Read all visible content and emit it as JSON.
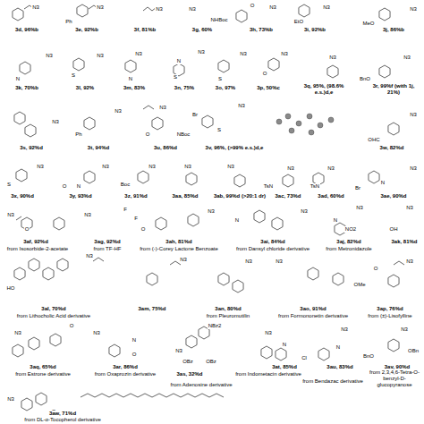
{
  "diagram": {
    "labels": [
      "N3",
      "3d, 96%b",
      "Ph",
      "N3",
      "3e, 92%b",
      "N3",
      "3f, 81%b",
      "N3",
      "NHBoc",
      "3g, 60%",
      "N3",
      "O",
      "3h, 73%b",
      "EtO",
      "N3",
      "3i, 92%b",
      "MeO",
      "N3",
      "3j, 86%b",
      "N3",
      "N",
      "3k, 70%b",
      "N3",
      "S",
      "3l, 92%",
      "N3",
      "N",
      "3m, 83%",
      "N3",
      "N",
      "S",
      "3n, 75%",
      "N3",
      "S",
      "3o, 97%",
      "N3",
      "O",
      "3p, 50%c",
      "N3",
      "3q, 95%, (98.6% e.s.)d,e",
      "N3",
      "BnO",
      "3r, 99%f (with 1j, 21%)",
      "N3",
      "3s, 92%d",
      "Ph",
      "N3",
      "3t, 94%d",
      "N3",
      "O",
      "NBoc",
      "3u, 86%d",
      "Br",
      "S",
      "N3",
      "3v, 96%, (>99% e.s.)d,e",
      "OHC",
      "N3",
      "3w, 82%d",
      "N3",
      "S",
      "3x, 90%d",
      "N3",
      "O",
      "N",
      "3y, 93%d",
      "N3",
      "Boc",
      "3z, 91%d",
      "N3",
      "3aa, 85%d",
      "N3",
      "3ab, 99%d (>20:1 dr)",
      "TsN",
      "N3",
      "3ac, 73%d",
      "TsN",
      "N3",
      "3ad, 60%d",
      "Br",
      "N",
      "N3",
      "3ae, 90%d",
      "N3",
      "O",
      "3af, 92%d",
      "from Isosorbide-2-acetate",
      "F",
      "F",
      "N3",
      "O",
      "3ag, 92%d",
      "from TF-HF",
      "N3",
      "3ah, 81%d",
      "from (-)-Corey Lactone Benzoate",
      "N",
      "N3",
      "3ai, 84%d",
      "from Dansyl chloride derivative",
      "N3",
      "NO2",
      "N",
      "3aj, 82%d",
      "from Metronidazole",
      "N3",
      "OH",
      "3ak, 81%d",
      "N3",
      "HO",
      "3al, 70%d",
      "from Lithocholic Acid derivative",
      "N3",
      "3am, 75%d",
      "N3",
      "3an, 80%d",
      "from Pleuromutilin",
      "N3",
      "OMe",
      "3ao, 91%d",
      "from Formononetin derivative",
      "N3",
      "O",
      "3ap, 76%d",
      "from (±)-Lisofylline",
      "N3",
      "O",
      "3aq, 65%d",
      "from Estrone derivative",
      "N3",
      "N",
      "O",
      "3ar, 86%d",
      "from Oxaprozin derivative",
      "NBz2",
      "N3",
      "OBz",
      "OBz",
      "3as, 32%d",
      "from Adenosine derivative",
      "N3",
      "Cl",
      "N",
      "3at, 85%d",
      "from Indometacin derivative",
      "N",
      "N3",
      "3au, 83%d",
      "from Bendazac derivative",
      "N3",
      "BnO",
      "OBn",
      "3av, 90%d",
      "from 2,3,4,6-Tetra-O-benzyl-D-glucopyranose",
      "N3",
      "O",
      "3aw, 71%d",
      "from DL-α-Tocopherol derivative"
    ]
  }
}
